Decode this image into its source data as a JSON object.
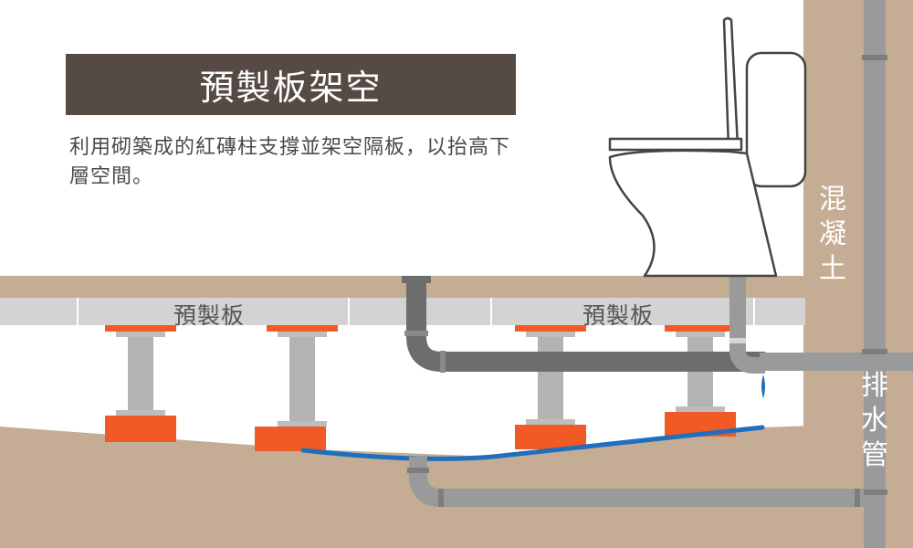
{
  "title": "預製板架空",
  "description": "利用砌築成的紅磚柱支撐並架空隔板，以抬高下層空間。",
  "labels": {
    "slab_left": "預製板",
    "slab_right": "預製板",
    "concrete": [
      "混",
      "凝",
      "土"
    ],
    "drain_pipe": [
      "排",
      "水",
      "管"
    ]
  },
  "colors": {
    "title_bg": "#554a44",
    "ground": "#c4ad94",
    "slab": "#cfcfcf",
    "brick": "#f15a24",
    "column": "#b3b3b3",
    "pipe_dark": "#6d6d6d",
    "pipe_light": "#9a9a9a",
    "water": "#1f6fbf"
  }
}
